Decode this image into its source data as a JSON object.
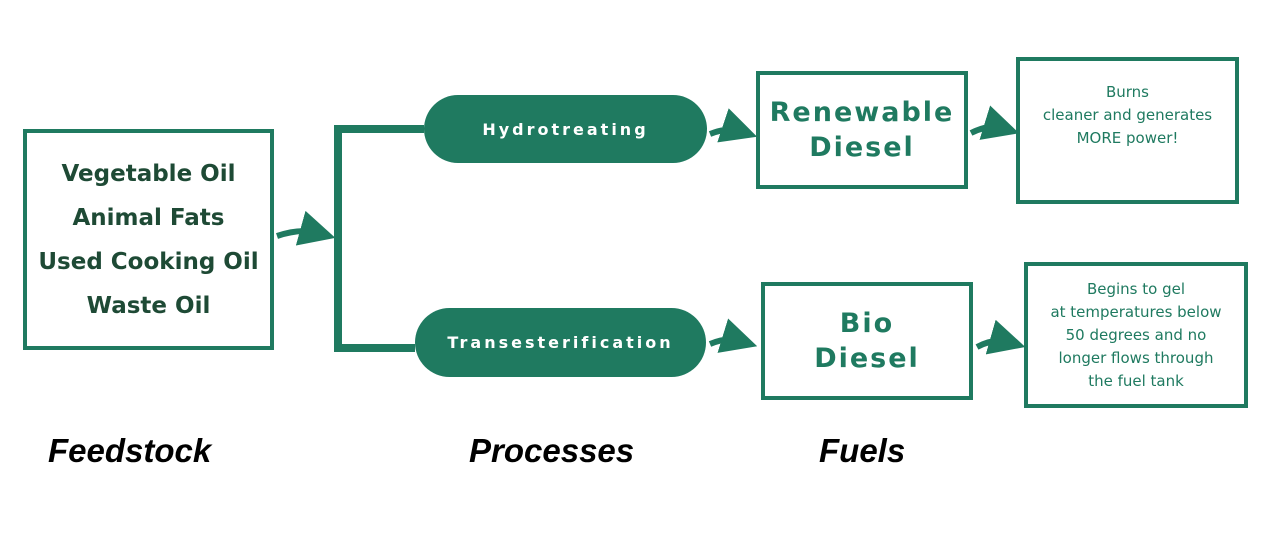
{
  "colors": {
    "accent": "#1f7a60",
    "feedstock_text": "#1e4a35",
    "label": "#000000",
    "background": "#ffffff"
  },
  "feedstock": {
    "items": [
      "Vegetable Oil",
      "Animal Fats",
      "Used Cooking Oil",
      "Waste Oil"
    ]
  },
  "processes": {
    "hydrotreating": "Hydrotreating",
    "transesterification": "Transesterification"
  },
  "fuels": {
    "renewable": {
      "line1": "Renewable",
      "line2": "Diesel"
    },
    "bio": {
      "line1": "Bio",
      "line2": "Diesel"
    }
  },
  "notes": {
    "renewable": "Burns\ncleaner and generates\nMORE power!",
    "bio": "Begins to gel\nat temperatures below\n50 degrees and no\nlonger flows through\nthe fuel tank"
  },
  "labels": {
    "feedstock": "Feedstock",
    "processes": "Processes",
    "fuels": "Fuels"
  }
}
